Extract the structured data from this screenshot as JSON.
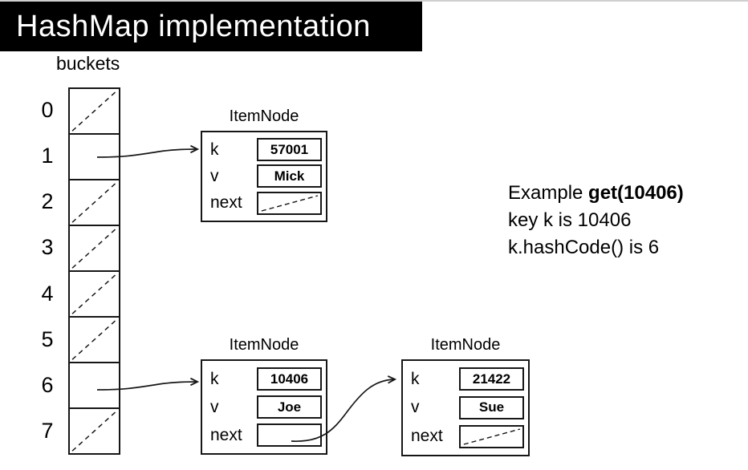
{
  "title": "HashMap implementation",
  "buckets_label": "buckets",
  "buckets": [
    {
      "index": "0",
      "state": "null"
    },
    {
      "index": "1",
      "state": "pointer"
    },
    {
      "index": "2",
      "state": "null"
    },
    {
      "index": "3",
      "state": "null"
    },
    {
      "index": "4",
      "state": "null"
    },
    {
      "index": "5",
      "state": "null"
    },
    {
      "index": "6",
      "state": "pointer"
    },
    {
      "index": "7",
      "state": "null"
    }
  ],
  "nodes": [
    {
      "title": "ItemNode",
      "k_label": "k",
      "v_label": "v",
      "next_label": "next",
      "k_value": "57001",
      "v_value": "Mick",
      "next_value": "null"
    },
    {
      "title": "ItemNode",
      "k_label": "k",
      "v_label": "v",
      "next_label": "next",
      "k_value": "10406",
      "v_value": "Joe",
      "next_value": "pointer"
    },
    {
      "title": "ItemNode",
      "k_label": "k",
      "v_label": "v",
      "next_label": "next",
      "k_value": "21422",
      "v_value": "Sue",
      "next_value": "null"
    }
  ],
  "example": {
    "line1_prefix": "Example ",
    "line1_bold": "get(10406)",
    "line2": "key k is 10406",
    "line3": "k.hashCode() is 6"
  }
}
